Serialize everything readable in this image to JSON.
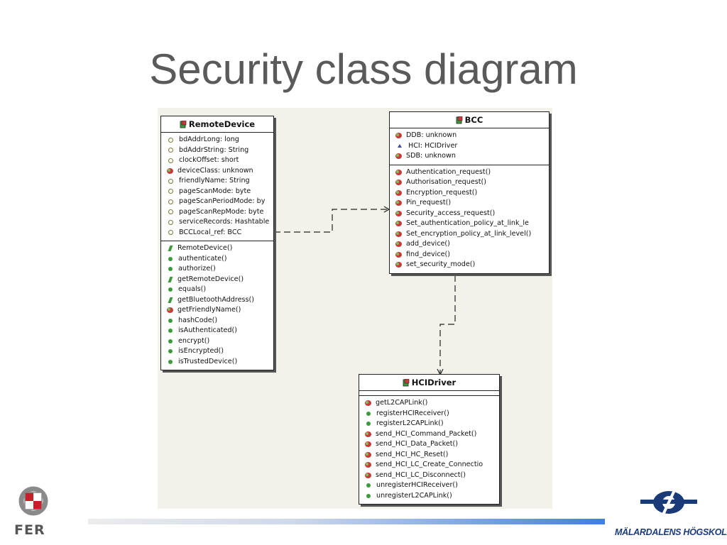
{
  "slide": {
    "title": "Security class diagram"
  },
  "classes": {
    "remote_device": {
      "name": "RemoteDevice",
      "attributes": [
        {
          "text": "bdAddrLong: long",
          "icon": "private-field"
        },
        {
          "text": "bdAddrString: String",
          "icon": "private-field"
        },
        {
          "text": "clockOffset: short",
          "icon": "private-field"
        },
        {
          "text": "deviceClass: unknown",
          "icon": "protected-field"
        },
        {
          "text": "friendlyName: String",
          "icon": "private-field"
        },
        {
          "text": "pageScanMode: byte",
          "icon": "private-field"
        },
        {
          "text": "pageScanPeriodMode: by",
          "icon": "private-field"
        },
        {
          "text": "pageScanRepMode: byte",
          "icon": "private-field"
        },
        {
          "text": "serviceRecords: Hashtable",
          "icon": "private-field"
        },
        {
          "text": "BCCLocal_ref: BCC",
          "icon": "private-field"
        }
      ],
      "methods": [
        {
          "text": "RemoteDevice()",
          "icon": "constructor"
        },
        {
          "text": "authenticate()",
          "icon": "public-method"
        },
        {
          "text": "authorize()",
          "icon": "public-method"
        },
        {
          "text": "getRemoteDevice()",
          "icon": "constructor"
        },
        {
          "text": "equals()",
          "icon": "public-method"
        },
        {
          "text": "getBluetoothAddress()",
          "icon": "constructor"
        },
        {
          "text": "getFriendlyName()",
          "icon": "protected-method"
        },
        {
          "text": "hashCode()",
          "icon": "public-method"
        },
        {
          "text": "isAuthenticated()",
          "icon": "public-method"
        },
        {
          "text": "encrypt()",
          "icon": "public-method"
        },
        {
          "text": "isEncrypted()",
          "icon": "public-method"
        },
        {
          "text": "isTrustedDevice()",
          "icon": "public-method"
        }
      ]
    },
    "bcc": {
      "name": "BCC",
      "attributes": [
        {
          "text": "DDB: unknown",
          "icon": "protected-field"
        },
        {
          "text": "HCI: HCIDriver",
          "icon": "package-field"
        },
        {
          "text": "SDB: unknown",
          "icon": "protected-field"
        }
      ],
      "methods": [
        {
          "text": "Authentication_request()",
          "icon": "protected-method"
        },
        {
          "text": "Authorisation_request()",
          "icon": "protected-method"
        },
        {
          "text": "Encryption_request()",
          "icon": "protected-method"
        },
        {
          "text": "Pin_request()",
          "icon": "protected-method"
        },
        {
          "text": "Security_access_request()",
          "icon": "protected-method"
        },
        {
          "text": "Set_authentication_policy_at_link_le",
          "icon": "protected-method"
        },
        {
          "text": "Set_encryption_policy_at_link_level()",
          "icon": "protected-method"
        },
        {
          "text": "add_device()",
          "icon": "protected-method"
        },
        {
          "text": "find_device()",
          "icon": "protected-method"
        },
        {
          "text": "set_security_mode()",
          "icon": "protected-method"
        }
      ]
    },
    "hci_driver": {
      "name": "HCIDriver",
      "methods": [
        {
          "text": "getL2CAPLink()",
          "icon": "protected-method"
        },
        {
          "text": "registerHCIReceiver()",
          "icon": "public-method"
        },
        {
          "text": "registerL2CAPLink()",
          "icon": "public-method"
        },
        {
          "text": "send_HCI_Command_Packet()",
          "icon": "protected-method"
        },
        {
          "text": "send_HCI_Data_Packet()",
          "icon": "protected-method"
        },
        {
          "text": "send_HCI_HC_Reset()",
          "icon": "protected-method"
        },
        {
          "text": "send_HCI_LC_Create_Connectio",
          "icon": "protected-method"
        },
        {
          "text": "send_HCI_LC_Disconnect()",
          "icon": "protected-method"
        },
        {
          "text": "unregisterHCIReceiver()",
          "icon": "public-method"
        },
        {
          "text": "unregisterL2CAPLink()",
          "icon": "public-method"
        }
      ]
    }
  },
  "logos": {
    "left_text": "FER",
    "right_text": "MÄLARDALENS HÖGSKOLA"
  },
  "colors": {
    "title": "#5a5a5a",
    "diagram_background": "#f2f2ea",
    "bar_accent": "#3f7fe0",
    "mdh_blue": "#1a3b78",
    "fer_red": "#c8202a"
  }
}
